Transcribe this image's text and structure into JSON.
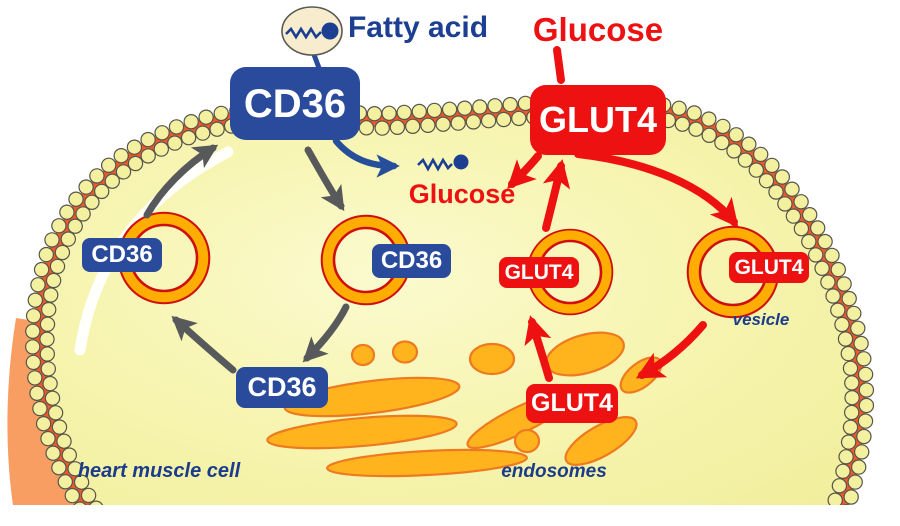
{
  "labels": {
    "fatty_acid": "Fatty acid",
    "glucose_extracellular": "Glucose",
    "glucose_intracellular": "Glucose",
    "cd36_membrane": "CD36",
    "cd36_vesicle_left": "CD36",
    "cd36_vesicle_center": "CD36",
    "cd36_endosomal": "CD36",
    "glut4_membrane": "GLUT4",
    "glut4_vesicle_middle": "GLUT4",
    "glut4_vesicle_right": "GLUT4",
    "glut4_endosomal": "GLUT4",
    "vesicle_caption": "vesicle",
    "endosomes_caption": "endosomes",
    "cell_caption": "heart muscle cell"
  },
  "colors": {
    "cd36_blue": "#2A4B9B",
    "glut4_red": "#EE1111",
    "membrane_orange": "#F2582C",
    "bead_yellow": "#F3F0A0",
    "cytoplasm_yellow": "#F6F4AA",
    "vesicle_gold": "#FFAD00",
    "vesicle_border_red": "#CF0F0F",
    "golgi_orange": "#FFB41E",
    "golgi_border_orange": "#ED7A20",
    "arrow_gray": "#58595B",
    "caption_navy": "#1B3C8C",
    "outer_salmon": "#F89E62"
  }
}
